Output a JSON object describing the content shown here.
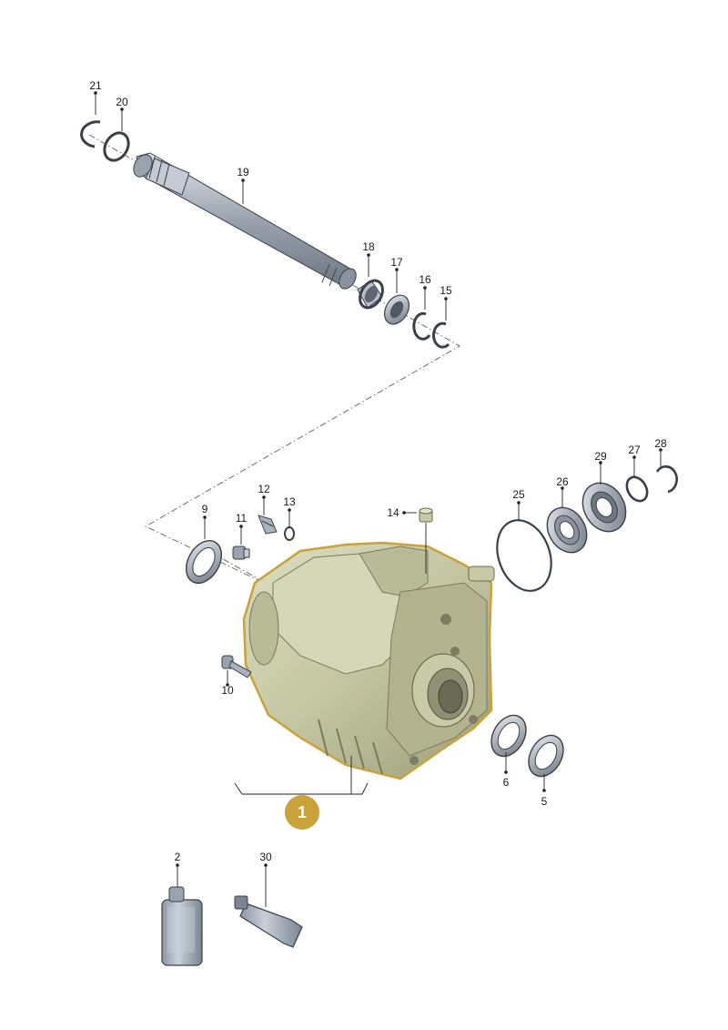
{
  "diagram": {
    "assembly_badge": {
      "label": "1",
      "color": "#c9a23a"
    },
    "colors": {
      "housing": "#c8c9a6",
      "housing_outline": "#c9a23a",
      "metal": "#aab2bc",
      "background": "#ffffff"
    },
    "callouts": [
      {
        "id": "p21",
        "label": "21"
      },
      {
        "id": "p20",
        "label": "20"
      },
      {
        "id": "p19",
        "label": "19"
      },
      {
        "id": "p18",
        "label": "18"
      },
      {
        "id": "p17",
        "label": "17"
      },
      {
        "id": "p16",
        "label": "16"
      },
      {
        "id": "p15",
        "label": "15"
      },
      {
        "id": "p14",
        "label": "14"
      },
      {
        "id": "p12",
        "label": "12"
      },
      {
        "id": "p13",
        "label": "13"
      },
      {
        "id": "p11",
        "label": "11"
      },
      {
        "id": "p9",
        "label": "9"
      },
      {
        "id": "p10",
        "label": "10"
      },
      {
        "id": "p25",
        "label": "25"
      },
      {
        "id": "p26",
        "label": "26"
      },
      {
        "id": "p29",
        "label": "29"
      },
      {
        "id": "p27",
        "label": "27"
      },
      {
        "id": "p28",
        "label": "28"
      },
      {
        "id": "p6",
        "label": "6"
      },
      {
        "id": "p5",
        "label": "5"
      },
      {
        "id": "p2",
        "label": "2"
      },
      {
        "id": "p30",
        "label": "30"
      }
    ]
  }
}
